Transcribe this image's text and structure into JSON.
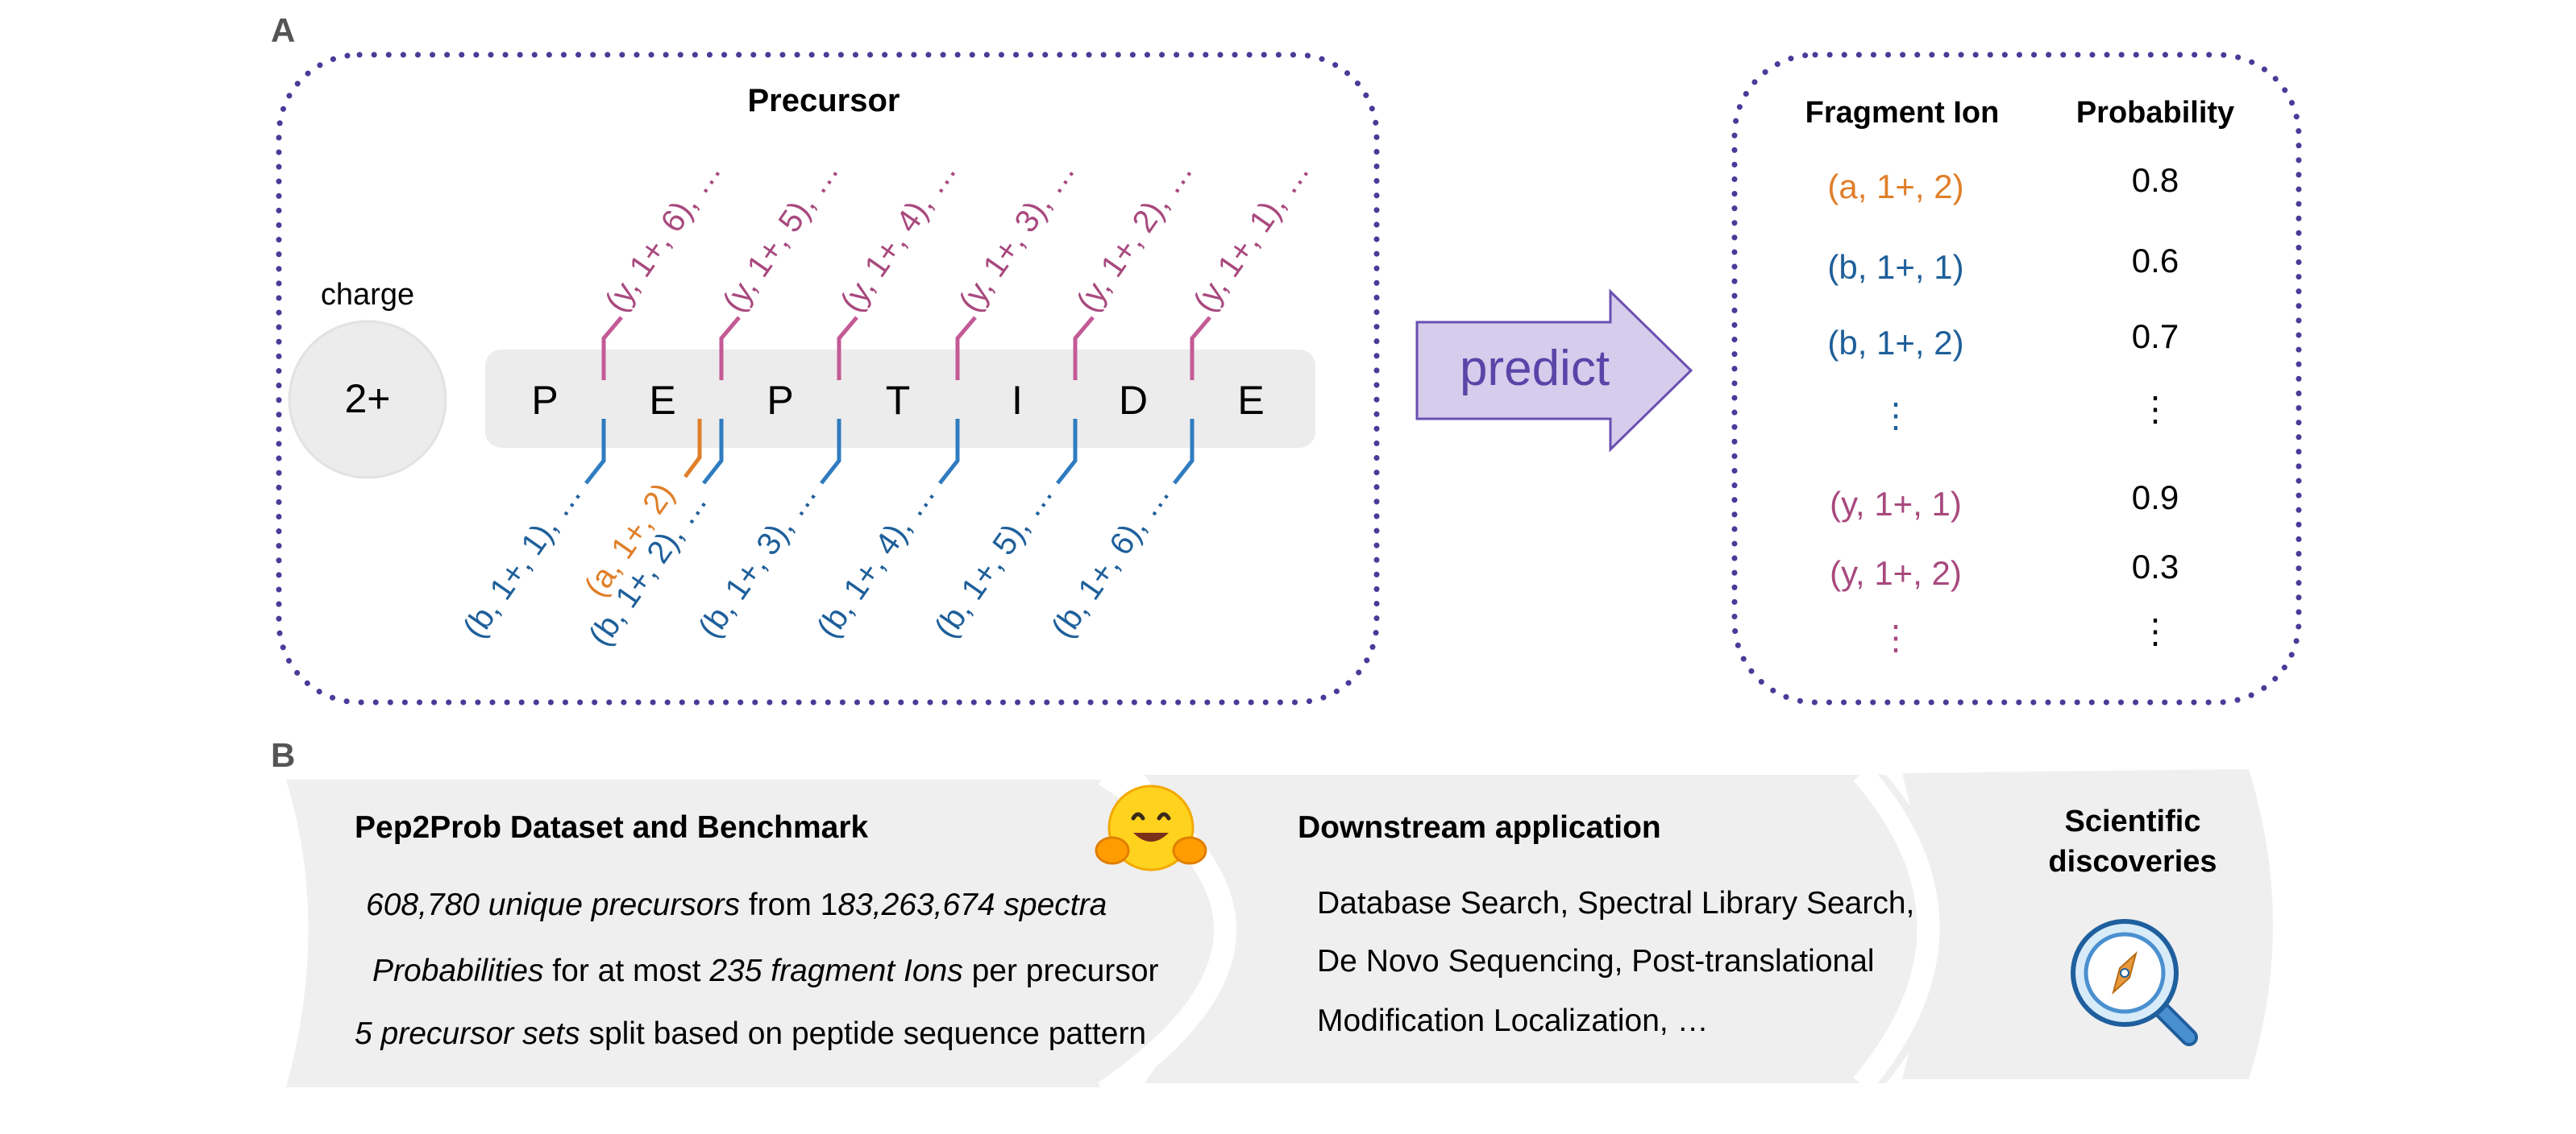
{
  "panel_a": {
    "letter": "A",
    "precursor_title": "Precursor",
    "charge_label": "charge",
    "charge_value": "2+",
    "peptide": [
      "P",
      "E",
      "P",
      "T",
      "I",
      "D",
      "E"
    ],
    "y_ions": [
      "(y, 1+, 6), …",
      "(y, 1+, 5), …",
      "(y, 1+, 4), …",
      "(y, 1+, 3), …",
      "(y, 1+, 2), …",
      "(y, 1+, 1), …"
    ],
    "b_ions": [
      "(b, 1+, 1), …",
      "(b, 1+, 2), …",
      "(b, 1+, 3), …",
      "(b, 1+, 4), …",
      "(b, 1+, 5), …",
      "(b, 1+, 6), …"
    ],
    "a_ion": "(a, 1+, 2)",
    "predict_label": "predict",
    "table": {
      "header_ion": "Fragment Ion",
      "header_prob": "Probability",
      "rows": [
        {
          "ion": "(a, 1+, 2)",
          "prob": "0.8",
          "type": "a"
        },
        {
          "ion": "(b, 1+, 1)",
          "prob": "0.6",
          "type": "b"
        },
        {
          "ion": "(b, 1+, 2)",
          "prob": "0.7",
          "type": "b"
        },
        {
          "ion": "⋮",
          "prob": "⋮",
          "type": "b"
        },
        {
          "ion": "(y, 1+, 1)",
          "prob": "0.9",
          "type": "y"
        },
        {
          "ion": "(y, 1+, 2)",
          "prob": "0.3",
          "type": "y"
        },
        {
          "ion": "⋮",
          "prob": "⋮",
          "type": "y"
        }
      ]
    }
  },
  "panel_b": {
    "letter": "B",
    "dataset_title": "Pep2Prob Dataset and Benchmark",
    "dataset_line1_italic": "608,780 unique precursors",
    "dataset_line1_rest": " from 1",
    "dataset_line1_italic2": "83,263,674 spectra",
    "dataset_line2_italic": "Probabilities",
    "dataset_line2_rest": " for at most ",
    "dataset_line2_italic2": "235 fragment Ions",
    "dataset_line2_rest2": " per precursor",
    "dataset_line3_italic": "5 precursor sets",
    "dataset_line3_rest": " split based on peptide sequence pattern",
    "downstream_title": "Downstream application",
    "downstream_lines": [
      "Database Search, Spectral Library Search,",
      "De Novo Sequencing, Post-translational",
      "Modification Localization, …"
    ],
    "discoveries_title": [
      "Scientific",
      "discoveries"
    ],
    "hugging_icon": "hugging-face-icon",
    "compass_icon": "compass-magnifier-icon"
  },
  "colors": {
    "dotted_border": "#4b3a98",
    "y_ion": "#a8497e",
    "b_ion": "#1e5f9a",
    "a_ion": "#e07f2a",
    "y_tick": "#c45a95",
    "b_tick": "#2f7cc0",
    "arrow_fill": "#d6ccec",
    "arrow_stroke": "#6a4fb0",
    "arrow_text": "#5a44a8",
    "gray_shape": "#efefef"
  }
}
